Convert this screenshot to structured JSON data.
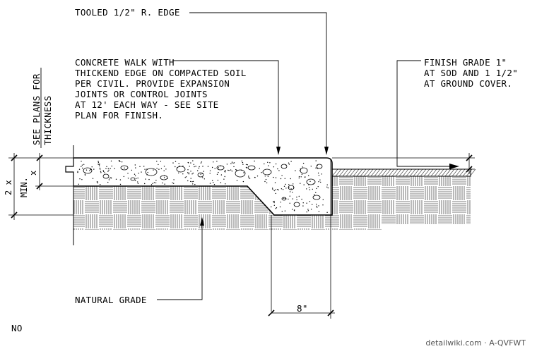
{
  "labels": {
    "tooled_edge": "TOOLED 1/2\" R. EDGE",
    "concrete_walk": [
      "CONCRETE WALK WITH",
      "THICKEND EDGE ON COMPACTED SOIL",
      "PER CIVIL. PROVIDE EXPANSION",
      "JOINTS OR CONTROL JOINTS",
      "AT 12' EACH WAY - SEE SITE",
      "PLAN FOR FINISH."
    ],
    "finish_grade": [
      "FINISH GRADE 1\"",
      "AT SOD AND 1 1/2\"",
      "AT GROUND COVER."
    ],
    "natural_grade": "NATURAL GRADE",
    "see_plans": [
      "SEE PLANS FOR",
      "THICKNESS"
    ],
    "dim_x": "x",
    "dim_2x": "2 x",
    "dim_min": "MIN.",
    "dim_8": "8\"",
    "no": "NO"
  },
  "watermark": "detailwiki.com · A-QVFWT"
}
